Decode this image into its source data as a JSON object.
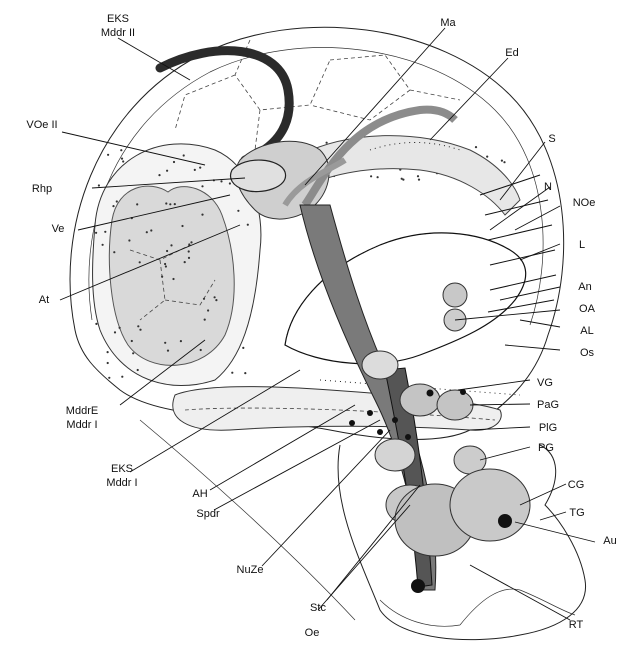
{
  "labels": {
    "eks_mddr2_a": "EKS",
    "eks_mddr2_b": "Mddr II",
    "ma": "Ma",
    "ed": "Ed",
    "voe2": "VOe II",
    "s": "S",
    "n": "N",
    "rhp": "Rhp",
    "noe": "NOe",
    "ve": "Ve",
    "l": "L",
    "an": "An",
    "at": "At",
    "oa": "OA",
    "al": "AL",
    "os": "Os",
    "vg": "VG",
    "mddre_a": "MddrE",
    "mddre_b": "Mddr I",
    "pag": "PaG",
    "plg": "PlG",
    "pg": "PG",
    "eks_mddr1_a": "EKS",
    "eks_mddr1_b": "Mddr I",
    "cg": "CG",
    "ah": "AH",
    "tg": "TG",
    "spdr": "Spdr",
    "au": "Au",
    "nuze": "NuZe",
    "stc": "Stc",
    "oe": "Oe",
    "rt": "RT"
  }
}
